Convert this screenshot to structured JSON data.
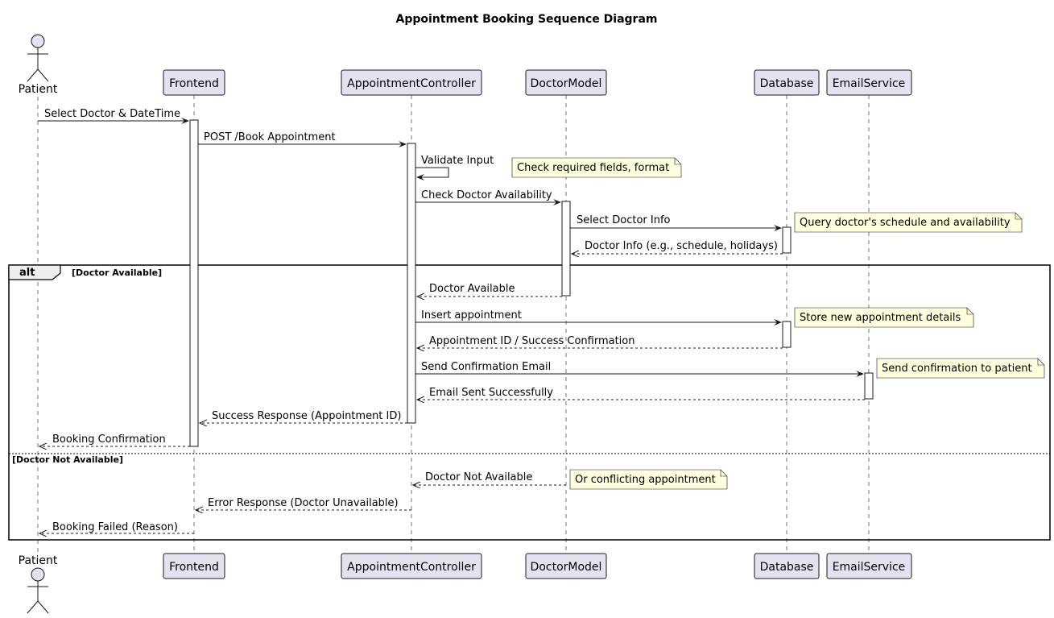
{
  "title": "Appointment Booking Sequence Diagram",
  "participants": {
    "patient": "Patient",
    "frontend": "Frontend",
    "controller": "AppointmentController",
    "doctor_model": "DoctorModel",
    "database": "Database",
    "email_service": "EmailService"
  },
  "messages": {
    "m1": "Select Doctor & DateTime",
    "m2": "POST /Book Appointment",
    "m3": "Validate Input",
    "m4": "Check Doctor Availability",
    "m5": "Select Doctor Info",
    "m6": "Doctor Info (e.g., schedule, holidays)",
    "m7": "Doctor Available",
    "m8": "Insert appointment",
    "m9": "Appointment ID / Success Confirmation",
    "m10": "Send Confirmation Email",
    "m11": "Email Sent Successfully",
    "m12": "Success Response (Appointment ID)",
    "m13": "Booking Confirmation",
    "m14": "Doctor Not Available",
    "m15": "Error Response (Doctor Unavailable)",
    "m16": "Booking Failed (Reason)"
  },
  "notes": {
    "n1": "Check required fields, format",
    "n2": "Query doctor's schedule and availability",
    "n3": "Store new appointment details",
    "n4": "Send confirmation to patient",
    "n5": "Or conflicting appointment"
  },
  "fragment": {
    "keyword": "alt",
    "guard1": "[Doctor Available]",
    "guard2": "[Doctor Not Available]"
  },
  "colors": {
    "participant_fill": "#E2E2F0",
    "participant_stroke": "#181818",
    "note_fill": "#FEFFDD",
    "line": "#181818",
    "lifeline": "#181818"
  }
}
